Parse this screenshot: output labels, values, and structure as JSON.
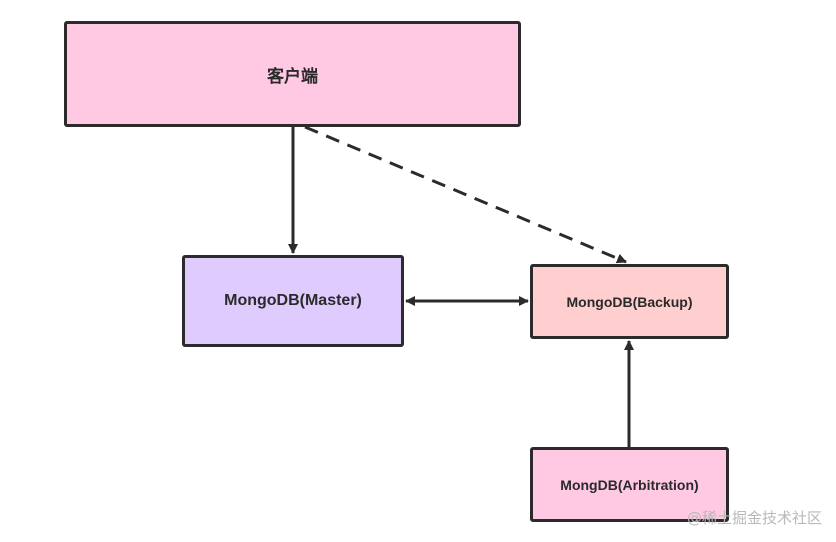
{
  "nodes": {
    "client": {
      "label": "客户端",
      "fill": "#ffc8e3"
    },
    "master": {
      "label": "MongoDB(Master)",
      "fill": "#e0cbff"
    },
    "backup": {
      "label": "MongoDB(Backup)",
      "fill": "#ffcece"
    },
    "arbitration": {
      "label": "MongDB(Arbitration)",
      "fill": "#ffc8e3"
    }
  },
  "edges": [
    {
      "from": "client",
      "to": "master",
      "style": "solid",
      "arrow": "end"
    },
    {
      "from": "client",
      "to": "backup",
      "style": "dashed",
      "arrow": "end"
    },
    {
      "from": "master",
      "to": "backup",
      "style": "solid",
      "arrow": "both"
    },
    {
      "from": "arbitration",
      "to": "backup",
      "style": "solid",
      "arrow": "end"
    }
  ],
  "watermark": "@稀土掘金技术社区",
  "colors": {
    "stroke": "#2b2b2b",
    "watermark": "#b9b9b9"
  }
}
